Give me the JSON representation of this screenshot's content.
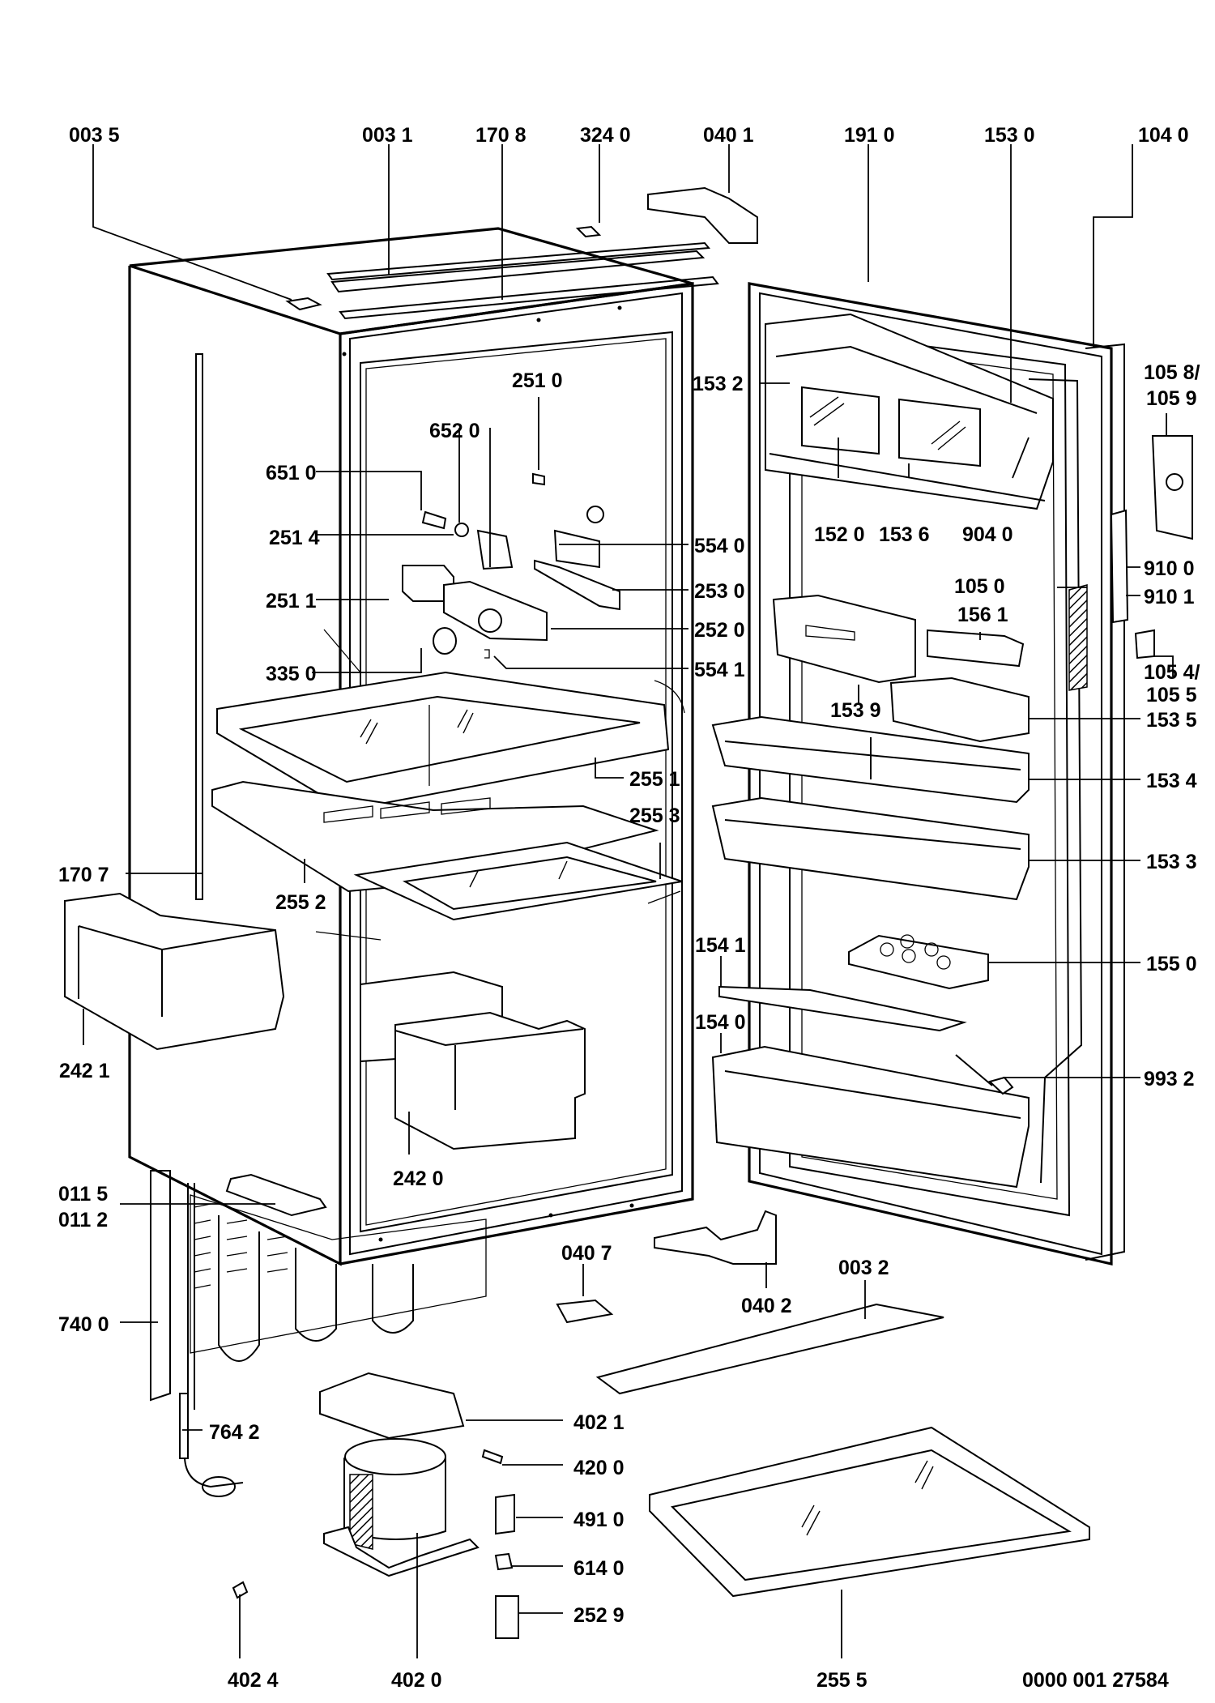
{
  "diagram": {
    "title": "Refrigerator exploded parts diagram",
    "drawing_number": "0000 001 27584",
    "colors": {
      "ink": "#000000",
      "paper": "#ffffff"
    },
    "labels": {
      "l0035": "003 5",
      "l0031": "003 1",
      "l1708": "170 8",
      "l3240": "324 0",
      "l0401": "040 1",
      "l1910": "191 0",
      "l1530": "153 0",
      "l1040": "104 0",
      "l1058": "105 8/",
      "l1059": "105 9",
      "l1532": "153 2",
      "l2510": "251 0",
      "l6520": "652 0",
      "l6510": "651 0",
      "l2514": "251 4",
      "l5540": "554 0",
      "l1520": "152 0",
      "l1536": "153 6",
      "l9040": "904 0",
      "l9100": "910 0",
      "l9101": "910 1",
      "l2511": "251 1",
      "l2530": "253 0",
      "l1050": "105 0",
      "l2520": "252 0",
      "l1561": "156 1",
      "l3350": "335 0",
      "l5541": "554 1",
      "l1054": "105 4/",
      "l1055": "105 5",
      "l1539": "153 9",
      "l1535": "153 5",
      "l2551": "255 1",
      "l1534": "153 4",
      "l2553": "255 3",
      "l1707": "170 7",
      "l2552": "255 2",
      "l1533": "153 3",
      "l1541": "154 1",
      "l1550": "155 0",
      "l1540": "154 0",
      "l2421": "242 1",
      "l9932": "993 2",
      "l2420": "242 0",
      "l0115": "011 5",
      "l0112": "011 2",
      "l0407": "040 7",
      "l0032": "003 2",
      "l0402": "040 2",
      "l7400": "740 0",
      "l4021": "402 1",
      "l7642": "764 2",
      "l4200": "420 0",
      "l4910": "491 0",
      "l6140": "614 0",
      "l2529": "252 9",
      "l4024": "402 4",
      "l4020": "402 0",
      "l2555": "255 5"
    }
  }
}
